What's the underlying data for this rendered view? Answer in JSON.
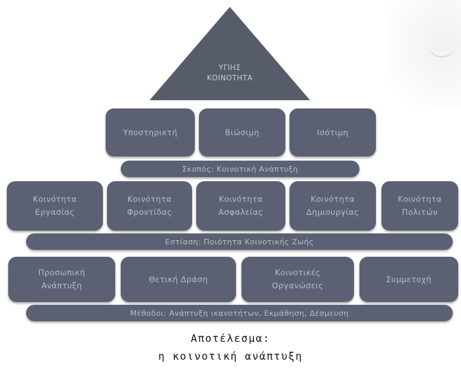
{
  "pyramid": {
    "apex": [
      "ΥΓΙΗΣ",
      "ΚΟΙΝΟΤΗΤΑ"
    ],
    "row1": [
      "Υποστηρικτή",
      "Βιώσιμη",
      "Ισότιμη"
    ],
    "bar1": "Σκοπός: Κοινοτική Ανάπτυξη",
    "row2": [
      [
        "Κοινότητα",
        "Εργασίας"
      ],
      [
        "Κοινότητα",
        "Φροντίδας"
      ],
      [
        "Κοινότητα",
        "Ασφαλείας"
      ],
      [
        "Κοινότητα",
        "Δημιουργίας"
      ],
      [
        "Κοινότητα",
        "Πολιτών"
      ]
    ],
    "bar2": "Εστίαση: Ποιότητα Κοινοτικής Ζωής",
    "row3": [
      [
        "Προσωπική",
        "Ανάπτυξη"
      ],
      [
        "Θετική Δράση"
      ],
      [
        "Κοινοτικές",
        "Οργανώσεις"
      ],
      [
        "Συμμετοχή"
      ]
    ],
    "bar3": "Μέθοδοι: Ανάπτυξη ικανοτήτων, Εκμάθηση, Δέσμευση"
  },
  "result": {
    "line1": "Αποτέλεσμα:",
    "line2": "η κοινοτική ανάπτυξη"
  },
  "colors": {
    "box": "#5b6172",
    "box_text": "#b9bdc7",
    "triangle": "#575c6b"
  }
}
